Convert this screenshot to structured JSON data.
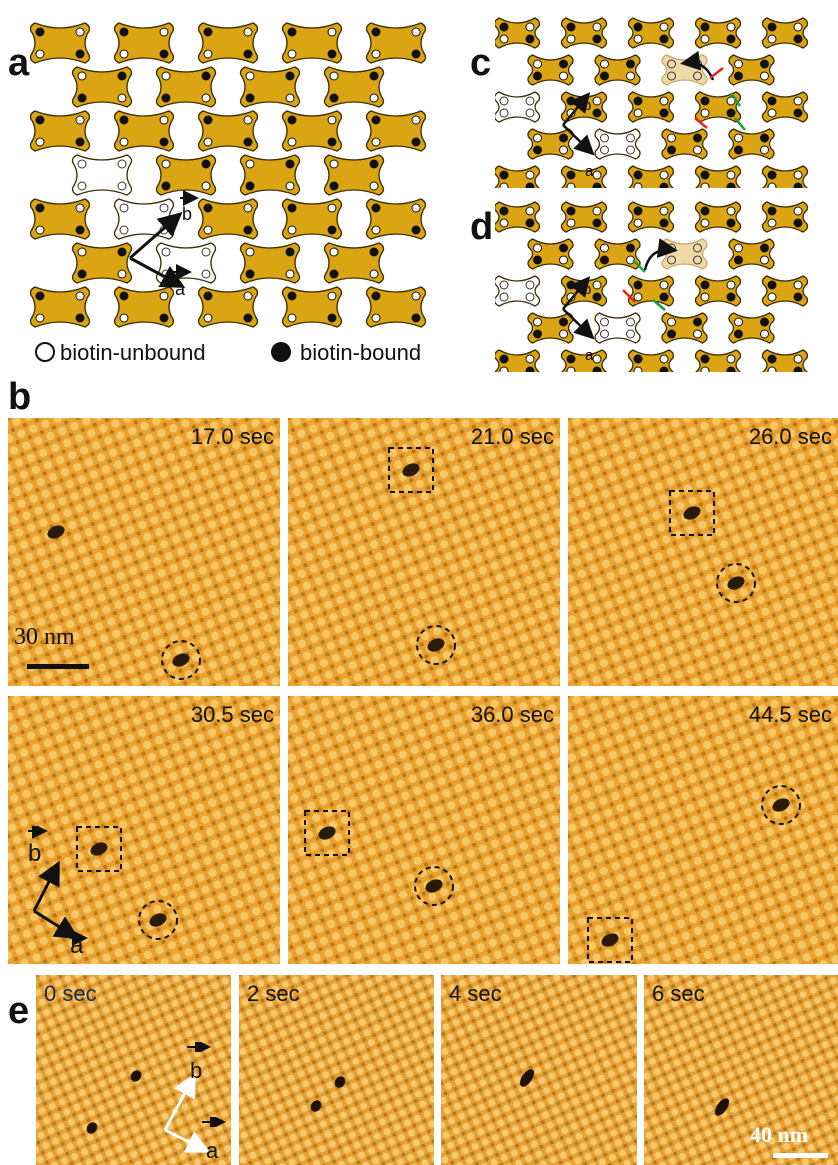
{
  "panel_labels": {
    "a": "a",
    "b": "b",
    "c": "c",
    "d": "d",
    "e": "e"
  },
  "legend": {
    "unbound": "biotin-unbound",
    "bound": "biotin-bound"
  },
  "vectors": {
    "a": "a",
    "b": "b"
  },
  "colors": {
    "protein": "#DBA412",
    "protein_outline": "#3a2a00",
    "faded": "#F0D9A8",
    "arrow_red": "#E8231F",
    "arrow_green": "#1E9E3A",
    "afm_base": "#E9A12F"
  },
  "panel_b": {
    "scale_bar": "30 nm",
    "frames": [
      {
        "time": "17.0 sec"
      },
      {
        "time": "21.0 sec"
      },
      {
        "time": "26.0 sec"
      },
      {
        "time": "30.5 sec"
      },
      {
        "time": "36.0 sec"
      },
      {
        "time": "44.5 sec"
      }
    ]
  },
  "panel_e": {
    "scale_bar": "40 nm",
    "frames": [
      {
        "time": "0 sec"
      },
      {
        "time": "2 sec"
      },
      {
        "time": "4 sec"
      },
      {
        "time": "6 sec"
      }
    ]
  }
}
